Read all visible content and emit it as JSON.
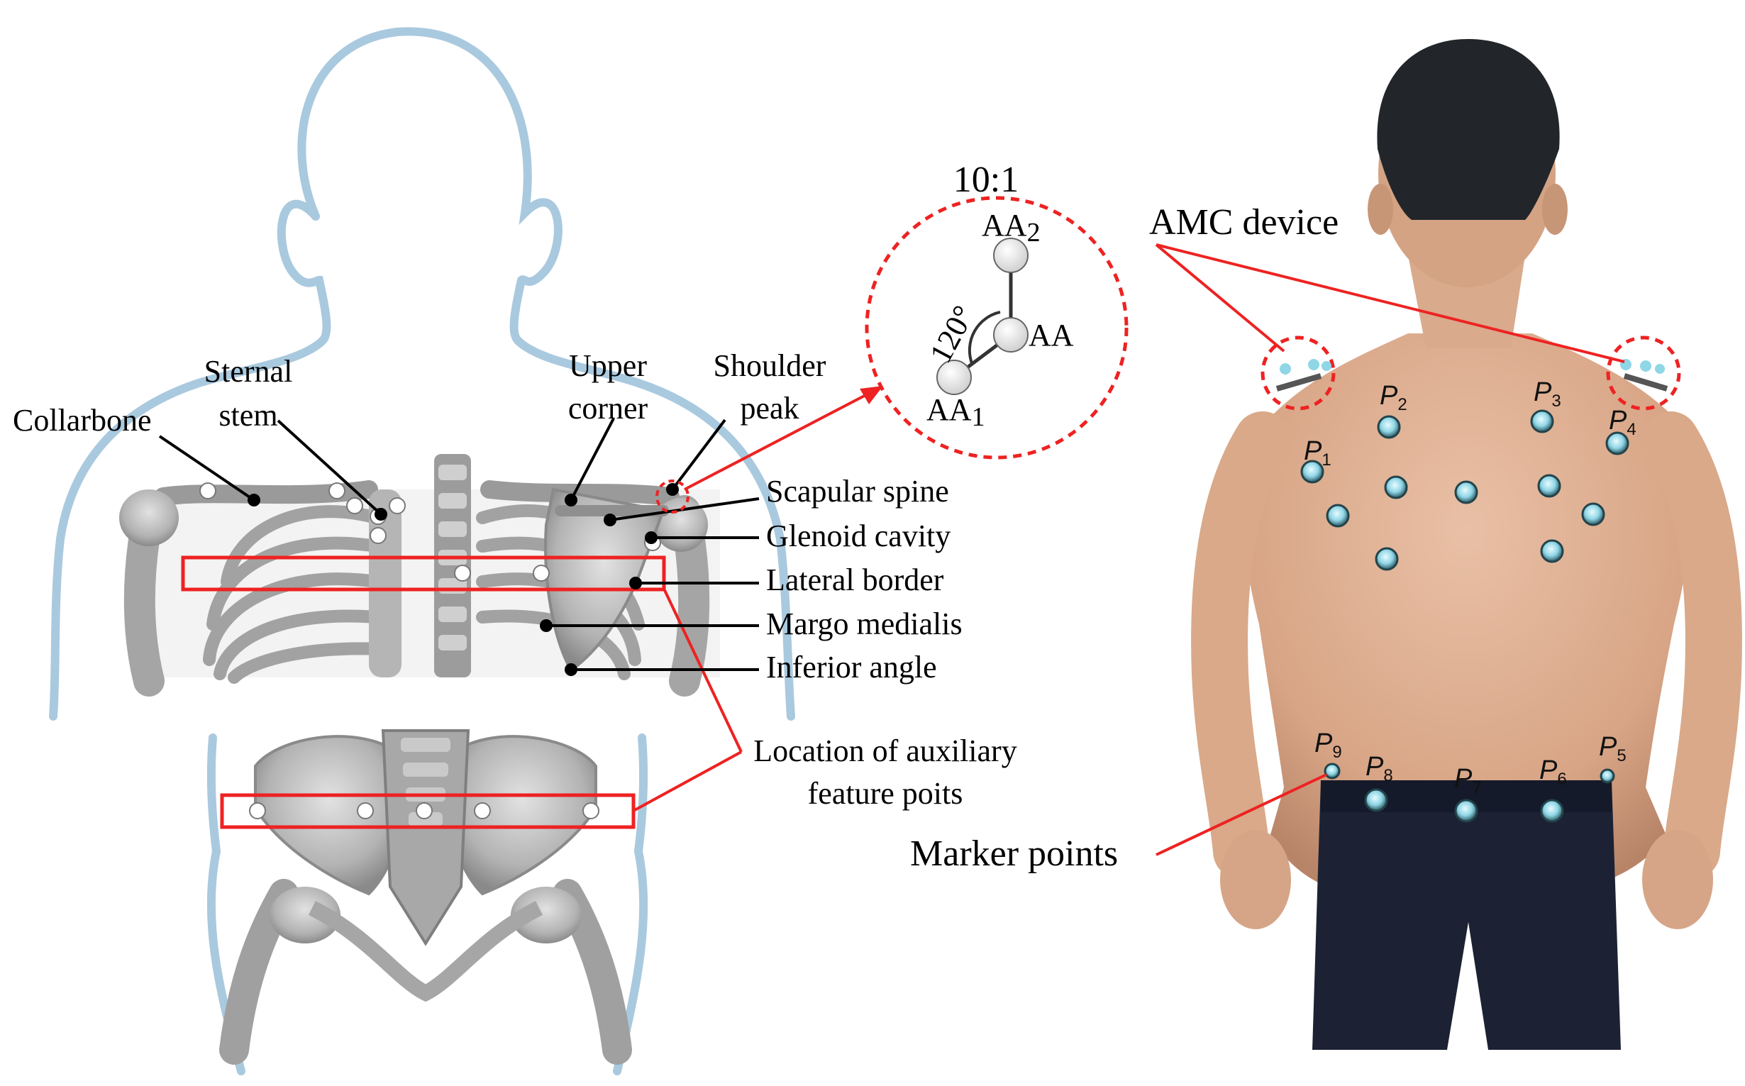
{
  "left_labels": {
    "collarbone": "Collarbone",
    "sternal_stem_1": "Sternal",
    "sternal_stem_2": "stem",
    "upper_corner_1": "Upper",
    "upper_corner_2": "corner",
    "shoulder_peak_1": "Shoulder",
    "shoulder_peak_2": "peak",
    "scapular_spine": "Scapular spine",
    "glenoid_cavity": "Glenoid cavity",
    "lateral_border": "Lateral border",
    "margo_medialis": "Margo medialis",
    "inferior_angle": "Inferior angle",
    "auxiliary_1": "Location of auxiliary",
    "auxiliary_2": "feature poits"
  },
  "zoom": {
    "scale": "10:1",
    "aa2": "AA",
    "aa2_sub": "2",
    "aa": "AA",
    "aa1": "AA",
    "aa1_sub": "1",
    "angle": "120°"
  },
  "right_labels": {
    "amc_device": "AMC device",
    "marker_points": "Marker points"
  },
  "marker_labels": [
    {
      "p": "P",
      "sub": "1"
    },
    {
      "p": "P",
      "sub": "2"
    },
    {
      "p": "P",
      "sub": "3"
    },
    {
      "p": "P",
      "sub": "4"
    },
    {
      "p": "P",
      "sub": "5"
    },
    {
      "p": "P",
      "sub": "6"
    },
    {
      "p": "P",
      "sub": "7"
    },
    {
      "p": "P",
      "sub": "8"
    },
    {
      "p": "P",
      "sub": "9"
    }
  ],
  "colors": {
    "outline": "#a9c9df",
    "bone": "#b8b8b8",
    "bone_dark": "#7a7a7a",
    "red": "#ee2222",
    "skin": "#dcae93",
    "hair": "#22262b",
    "shorts": "#1c2233",
    "marker": "#7fd0e0"
  }
}
